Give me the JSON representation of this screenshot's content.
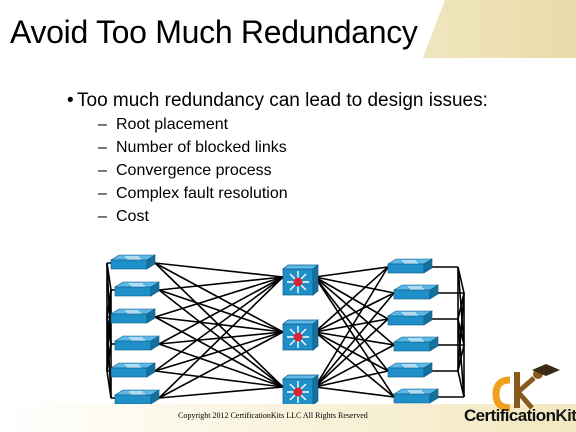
{
  "slide": {
    "title": "Avoid Too Much Redundancy",
    "bullet": "Too much redundancy can lead to design issues:",
    "sub_items": [
      "Root placement",
      "Number of blocked links",
      "Convergence process",
      "Complex fault resolution",
      "Cost"
    ]
  },
  "footer": {
    "copyright": "Copyright 2012 CertificationKits LLC  All Rights Reserved"
  },
  "logo": {
    "text_certification": "Certification",
    "text_kits": "Kits",
    "icon": "certificationkits-logo-icon"
  },
  "diagram": {
    "left_switch_count": 6,
    "core_switch_count": 3,
    "right_switch_count": 6,
    "switch_color": "#1f8fc8",
    "core_symbol_color": "#d7243a"
  }
}
